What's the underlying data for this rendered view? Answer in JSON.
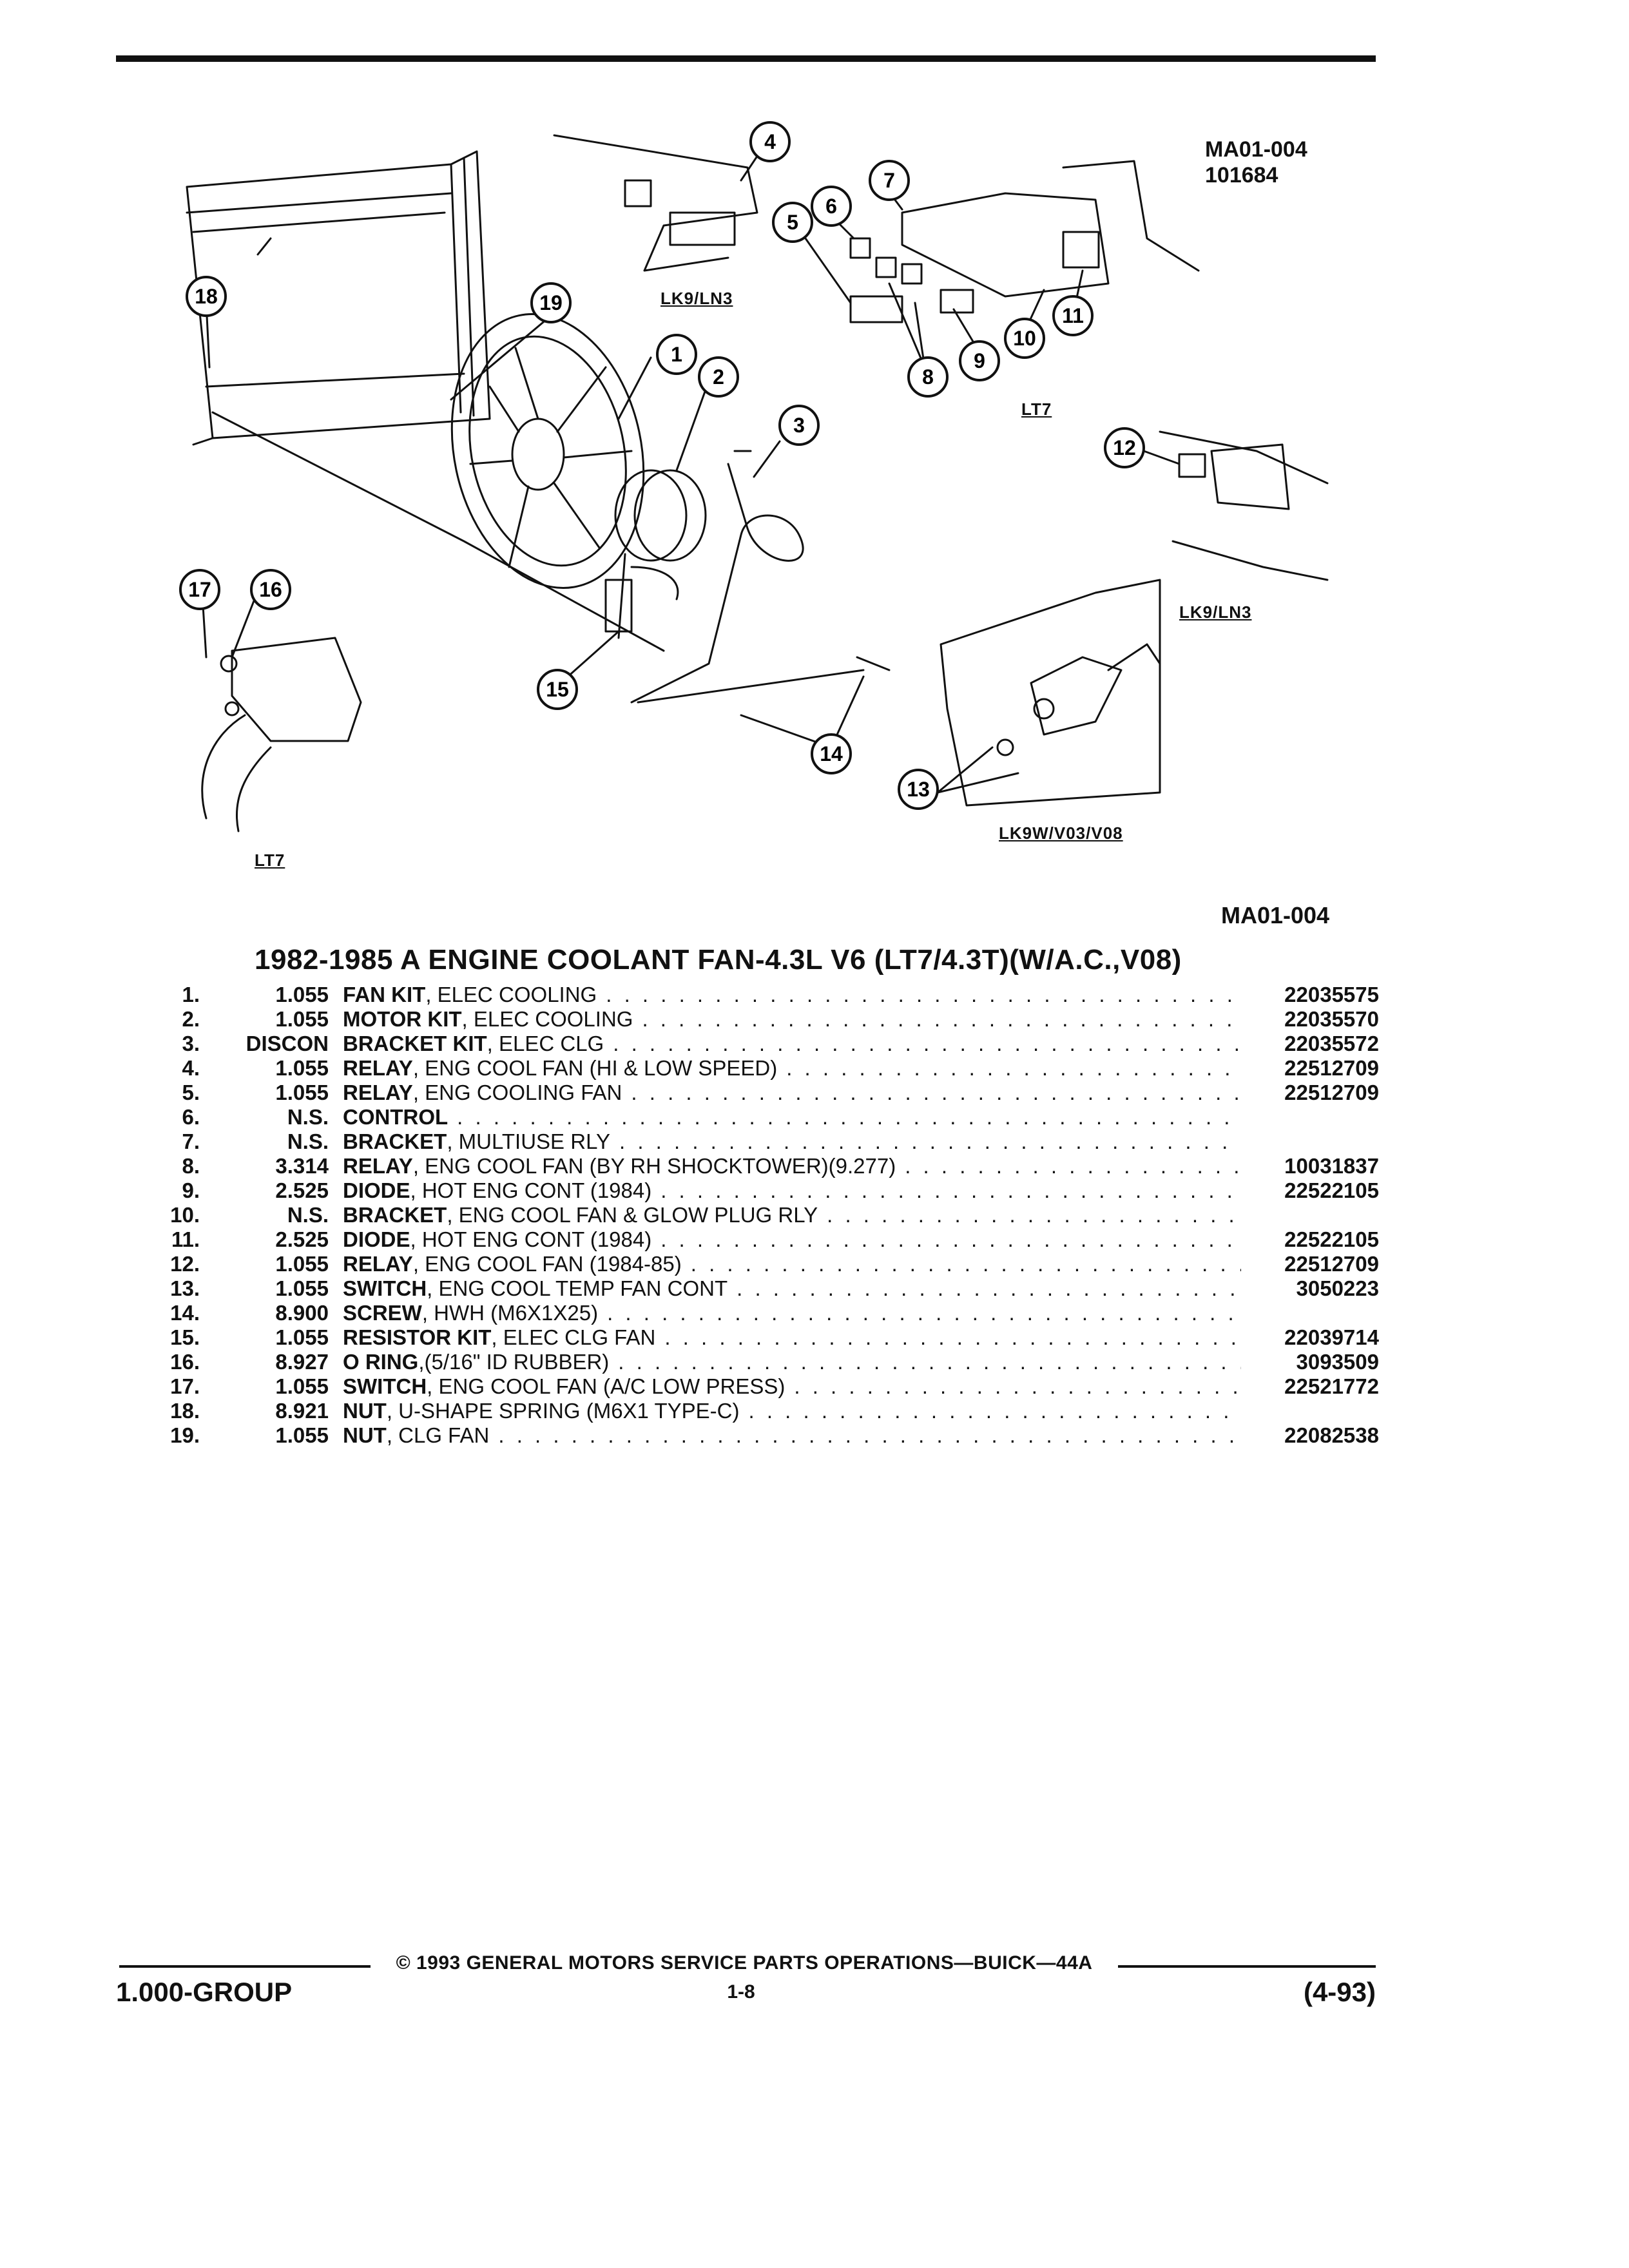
{
  "diagram": {
    "code_top": "MA01-004",
    "code_sub": "101684",
    "labels": {
      "lk9_ln3_top": "LK9/LN3",
      "lt7_right": "LT7",
      "lk9_ln3_right": "LK9/LN3",
      "lk9w": "LK9W/V03/V08",
      "lt7_left": "LT7"
    },
    "ref_code": "MA01-004"
  },
  "section": {
    "title": "1982-1985 A ENGINE COOLANT FAN-4.3L V6 (LT7/4.3T)(W/A.C.,V08)",
    "parts": [
      {
        "no": "1.",
        "group": "1.055",
        "name": "FAN KIT",
        "detail": " , ELEC COOLING",
        "part": "22035575"
      },
      {
        "no": "2.",
        "group": "1.055",
        "name": "MOTOR KIT",
        "detail": " , ELEC COOLING",
        "part": "22035570"
      },
      {
        "no": "3.",
        "group": "DISCON",
        "name": "BRACKET KIT",
        "detail": " , ELEC CLG",
        "part": "22035572"
      },
      {
        "no": "4.",
        "group": "1.055",
        "name": "RELAY",
        "detail": " , ENG COOL FAN (HI & LOW SPEED)",
        "part": "22512709"
      },
      {
        "no": "5.",
        "group": "1.055",
        "name": "RELAY",
        "detail": " , ENG COOLING FAN",
        "part": "22512709"
      },
      {
        "no": "6.",
        "group": "N.S.",
        "name": "CONTROL",
        "detail": "",
        "part": ""
      },
      {
        "no": "7.",
        "group": "N.S.",
        "name": "BRACKET",
        "detail": " , MULTIUSE RLY",
        "part": ""
      },
      {
        "no": "8.",
        "group": "3.314",
        "name": "RELAY",
        "detail": " , ENG COOL FAN (BY RH SHOCKTOWER)(9.277)",
        "part": "10031837"
      },
      {
        "no": "9.",
        "group": "2.525",
        "name": "DIODE",
        "detail": " , HOT ENG CONT (1984)",
        "part": "22522105"
      },
      {
        "no": "10.",
        "group": "N.S.",
        "name": "BRACKET",
        "detail": " , ENG COOL FAN & GLOW PLUG RLY",
        "part": ""
      },
      {
        "no": "11.",
        "group": "2.525",
        "name": "DIODE",
        "detail": " , HOT ENG CONT (1984)",
        "part": "22522105"
      },
      {
        "no": "12.",
        "group": "1.055",
        "name": "RELAY",
        "detail": " , ENG COOL FAN (1984-85)",
        "part": "22512709"
      },
      {
        "no": "13.",
        "group": "1.055",
        "name": "SWITCH",
        "detail": " , ENG COOL TEMP FAN CONT",
        "part": "3050223"
      },
      {
        "no": "14.",
        "group": "8.900",
        "name": "SCREW",
        "detail": " , HWH (M6X1X25)",
        "part": ""
      },
      {
        "no": "15.",
        "group": "1.055",
        "name": "RESISTOR KIT",
        "detail": " , ELEC CLG FAN",
        "part": "22039714"
      },
      {
        "no": "16.",
        "group": "8.927",
        "name": "O RING",
        "detail": " ,(5/16\" ID RUBBER)",
        "part": "3093509"
      },
      {
        "no": "17.",
        "group": "1.055",
        "name": "SWITCH",
        "detail": " , ENG COOL FAN (A/C LOW PRESS)",
        "part": "22521772"
      },
      {
        "no": "18.",
        "group": "8.921",
        "name": "NUT",
        "detail": " , U-SHAPE SPRING (M6X1 TYPE-C)",
        "part": ""
      },
      {
        "no": "19.",
        "group": "1.055",
        "name": "NUT",
        "detail": " , CLG FAN",
        "part": "22082538"
      }
    ]
  },
  "footer": {
    "copyright": "© 1993 GENERAL MOTORS SERVICE PARTS OPERATIONS—BUICK—44A",
    "group": "1.000-GROUP",
    "page": "1-8",
    "date": "(4-93)"
  }
}
